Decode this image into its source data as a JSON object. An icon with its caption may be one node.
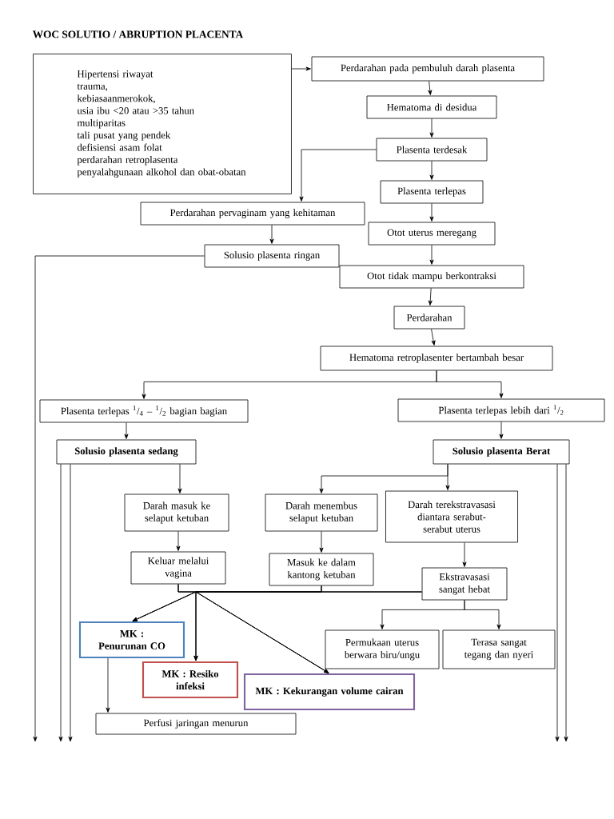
{
  "diagram": {
    "title": "WOC SOLUTIO / ABRUPTION PLACENTA",
    "nodes": [
      {
        "text": [
          "Hipertensi riwayat",
          "trauma,",
          "kebiasaanmerokok,",
          "usia ibu <20 atau >35 tahun",
          "multiparitas",
          "tali pusat yang pendek",
          "defisiensi asam folat",
          "perdarahan retroplasenta",
          "penyalahgunaan alkohol dan obat-obatan"
        ]
      },
      {
        "text": [
          "Perdarahan pada pembuluh darah plasenta"
        ]
      },
      {
        "text": [
          "Hematoma di desidua"
        ]
      },
      {
        "text": [
          "Plasenta terdesak"
        ]
      },
      {
        "text": [
          "Plasenta terlepas"
        ]
      },
      {
        "text": [
          "Perdarahan pervaginam yang kehitaman"
        ]
      },
      {
        "text": [
          "Otot uterus meregang"
        ]
      },
      {
        "text": [
          "Solusio plasenta ringan"
        ]
      },
      {
        "text": [
          "Otot tidak mampu berkontraksi"
        ]
      },
      {
        "text": [
          "Perdarahan"
        ]
      },
      {
        "text": [
          "Hematoma retroplasenter bertambah besar"
        ]
      },
      {
        "text": [
          "Plasenta terlepas $^{1}$/$_{4}$ – $^{1}$/$_{2}$ bagian bagian"
        ]
      },
      {
        "text": [
          "Plasenta terlepas lebih dari $^{1}$/$_{2}$"
        ]
      },
      {
        "text": [
          "Solusio plasenta sedang"
        ]
      },
      {
        "text": [
          "Solusio plasenta Berat"
        ]
      },
      {
        "text": [
          "Darah masuk ke selaput ketuban"
        ]
      },
      {
        "text": [
          "Darah menembus selaput ketuban"
        ]
      },
      {
        "text": [
          "Darah terekstravasasi diantara serabut-serabut uterus"
        ]
      },
      {
        "text": [
          "Keluar melalui vagina"
        ]
      },
      {
        "text": [
          "Masuk ke dalam kantong ketuban"
        ]
      },
      {
        "text": [
          "Ekstravasasi sangat hebat"
        ]
      },
      {
        "text": [
          "MK : Penurunan CO"
        ]
      },
      {
        "text": [
          "MK : Resiko infeksi"
        ]
      },
      {
        "text": [
          "MK : Kekurangan volume cairan"
        ]
      },
      {
        "text": [
          "Permukaan uterus berwara biru/ungu"
        ]
      },
      {
        "text": [
          "Terasa sangat tegang dan nyeri"
        ]
      },
      {
        "text": [
          "Perfusi jaringan menurun"
        ]
      }
    ],
    "edges": [
      {
        "from": 0,
        "to": 1,
        "arrow": "to"
      },
      {
        "from": 1,
        "to": 2,
        "arrow": "to"
      },
      {
        "from": 2,
        "to": 3,
        "arrow": "to"
      },
      {
        "from": 3,
        "to": 4,
        "arrow": "to"
      },
      {
        "from": 4,
        "to": 6,
        "arrow": "to"
      },
      {
        "from": 6,
        "to": 8,
        "arrow": "to"
      },
      {
        "from": 8,
        "to": 9,
        "arrow": "to"
      },
      {
        "from": 9,
        "to": 10,
        "arrow": "to"
      },
      {
        "from": 3,
        "to": 5,
        "arrow": "to"
      },
      {
        "from": 5,
        "to": 7,
        "arrow": "to"
      },
      {
        "from": 7,
        "to": null,
        "arrow": "to"
      },
      {
        "from": 10,
        "to": 11,
        "arrow": "to"
      },
      {
        "from": 10,
        "to": 12,
        "arrow": "to"
      },
      {
        "from": 11,
        "to": 13,
        "arrow": "to"
      },
      {
        "from": 12,
        "to": 14,
        "arrow": "to"
      },
      {
        "from": 13,
        "to": null,
        "arrow": "to"
      },
      {
        "from": 13,
        "to": null,
        "arrow": "to"
      },
      {
        "from": 14,
        "to": null,
        "arrow": "to"
      },
      {
        "from": 14,
        "to": null,
        "arrow": "to"
      },
      {
        "from": 13,
        "to": 15,
        "arrow": "to"
      },
      {
        "from": 14,
        "to": 16,
        "arrow": "to"
      },
      {
        "from": 14,
        "to": 17,
        "arrow": "to"
      },
      {
        "from": 15,
        "to": 18,
        "arrow": "to"
      },
      {
        "from": 16,
        "to": 19,
        "arrow": "to"
      },
      {
        "from": 17,
        "to": 20,
        "arrow": "to"
      },
      {
        "from": 18,
        "to": 21,
        "arrow": "to"
      },
      {
        "from": 18,
        "to": 22,
        "arrow": "to"
      },
      {
        "from": 18,
        "to": 23,
        "arrow": "to"
      },
      {
        "from": 19,
        "to": 21,
        "arrow": "to"
      },
      {
        "from": 19,
        "to": 22,
        "arrow": "to"
      },
      {
        "from": 19,
        "to": 23,
        "arrow": "to"
      },
      {
        "from": 20,
        "to": 21,
        "arrow": "to"
      },
      {
        "from": 20,
        "to": 22,
        "arrow": "to"
      },
      {
        "from": 20,
        "to": 23,
        "arrow": "to"
      },
      {
        "from": 20,
        "to": 24,
        "arrow": "to"
      },
      {
        "from": 20,
        "to": 25,
        "arrow": "to"
      },
      {
        "from": 21,
        "to": 26,
        "arrow": "to"
      }
    ]
  }
}
